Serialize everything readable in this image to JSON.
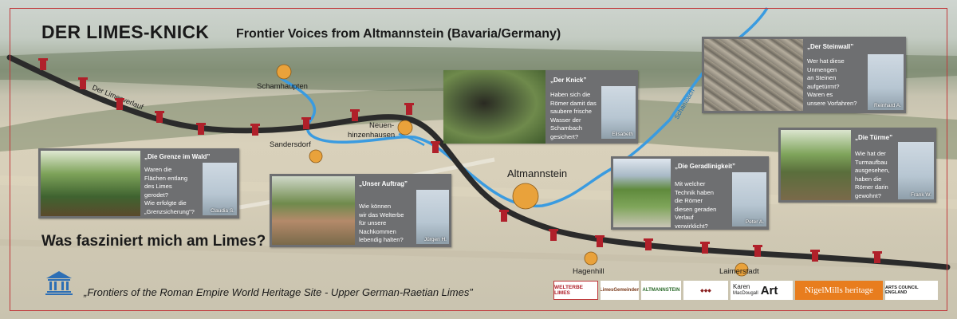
{
  "title": "DER LIMES-KNICK",
  "subtitle": "Frontier Voices from Altmannstein (Bavaria/Germany)",
  "question": "Was fasziniert mich am Limes?",
  "footer": "„Frontiers of the Roman Empire World Heritage Site - Upper German-Raetian Limes”",
  "map": {
    "limes_label": "Der Limesverlauf",
    "stream_label": "Schambach",
    "places": {
      "schamhaupten": "Schamhaupten",
      "sandersdorf": "Sandersdorf",
      "neuenhinzenhausen_1": "Neuen-",
      "neuenhinzenhausen_2": "hinzenhausen",
      "altmannstein": "Altmannstein",
      "hagenhill": "Hagenhill",
      "laimerstadt": "Laimerstadt"
    }
  },
  "colors": {
    "limes": "#2b2b2b",
    "tower": "#b0202a",
    "river": "#3a9be0",
    "village": "#e9a23b",
    "card": "#6e6f71",
    "frame": "#c0393b"
  },
  "cards": {
    "grenze": {
      "title": "„Die Grenze im Wald”",
      "text": [
        "Waren die",
        "Flächen entlang",
        "des Limes",
        "gerodet?",
        "Wie erfolgte die",
        "„Grenzsicherung”?"
      ],
      "person": "Claudia S."
    },
    "auftrag": {
      "title": "„Unser Auftrag”",
      "text": [
        "Wie können",
        "wir das Welterbe",
        "für unsere",
        "Nachkommen",
        "lebendig halten?"
      ],
      "person": "Jürgen H."
    },
    "knick": {
      "title": "„Der Knick”",
      "text": [
        "Haben sich die",
        "Römer damit das",
        "saubere frische",
        "Wasser der",
        "Schambach",
        "gesichert?"
      ],
      "person": "Elisabeth"
    },
    "geradlinigkeit": {
      "title": "„Die Geradlinigkeit”",
      "text": [
        "Mit welcher",
        "Technik haben",
        "die Römer",
        "diesen geraden",
        "Verlauf",
        "verwirklicht?"
      ],
      "person": "Peter A."
    },
    "steinwall": {
      "title": "„Der Steinwall”",
      "text": [
        "Wer hat diese",
        "Unmengen",
        "an Steinen",
        "aufgetürmt?",
        "Waren es",
        "unsere Vorfahren?"
      ],
      "person": "Reinhard A."
    },
    "tuerme": {
      "title": "„Die Türme”",
      "text": [
        "Wie hat der",
        "Turmaufbau",
        "ausgesehen,",
        "haben die",
        "Römer darin",
        "gewohnt?"
      ],
      "person": "Frank W."
    }
  },
  "logos": {
    "welterbe": "WELTERBE LIMES",
    "limesgemeinden": "LimesGemeinden",
    "altmannstein": "ALTMANNSTEIN",
    "karen_1": "Karen",
    "karen_2": "MacDougall",
    "karen_3": "Art",
    "nigel": "NigelMills heritage",
    "arts": "ARTS COUNCIL ENGLAND"
  },
  "icons": {
    "unesco": "unesco-temple-icon",
    "tower": "watchtower-icon",
    "village": "village-dot-icon"
  }
}
